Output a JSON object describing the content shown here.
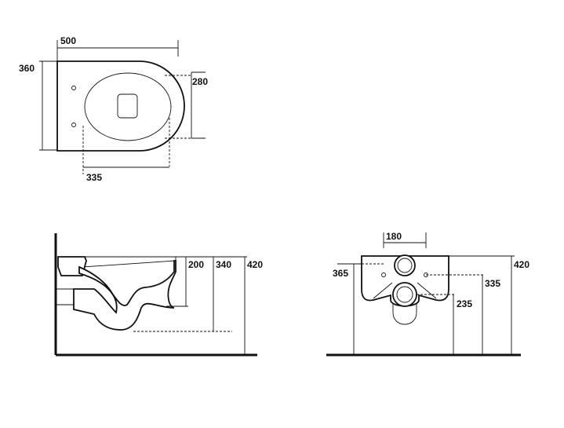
{
  "top_view": {
    "width_label": "500",
    "depth_label": "360",
    "seat_label": "280",
    "offset_label": "335"
  },
  "side_view": {
    "rim_height_label": "200",
    "outlet_height_label": "340",
    "total_height_label": "420"
  },
  "front_view": {
    "bracket_label": "180",
    "fixing_height_label": "365",
    "inlet_height_label": "335",
    "outlet_height_label": "235",
    "total_height_label": "420"
  },
  "colors": {
    "line": "#111111",
    "background": "#ffffff"
  }
}
